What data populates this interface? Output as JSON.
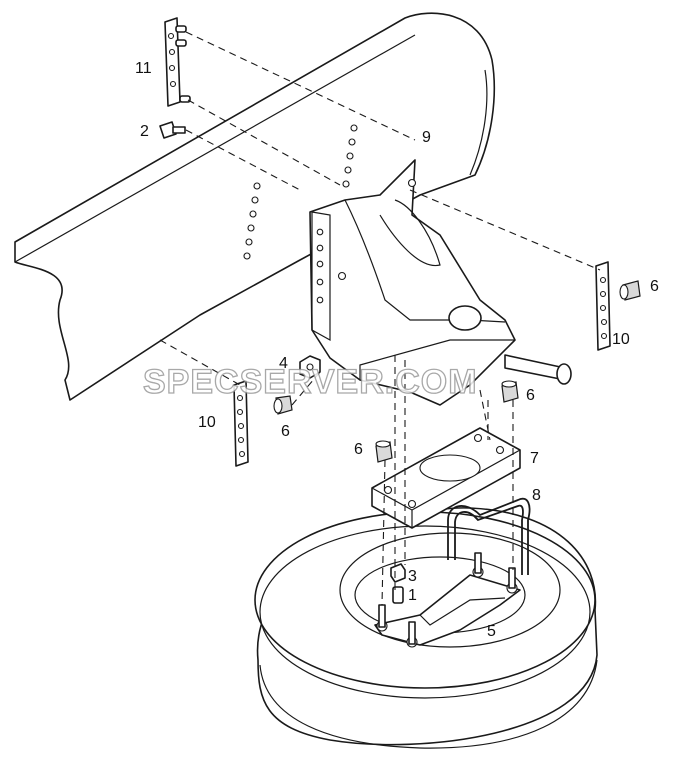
{
  "watermark": "SPECSERVER.COM",
  "callouts": {
    "p1": "1",
    "p2": "2",
    "p3": "3",
    "p4": "4",
    "p5": "5",
    "p6a": "6",
    "p6b": "6",
    "p6c": "6",
    "p6d": "6",
    "p7": "7",
    "p8": "8",
    "p9": "9",
    "p10a": "10",
    "p10b": "10",
    "p11": "11"
  }
}
